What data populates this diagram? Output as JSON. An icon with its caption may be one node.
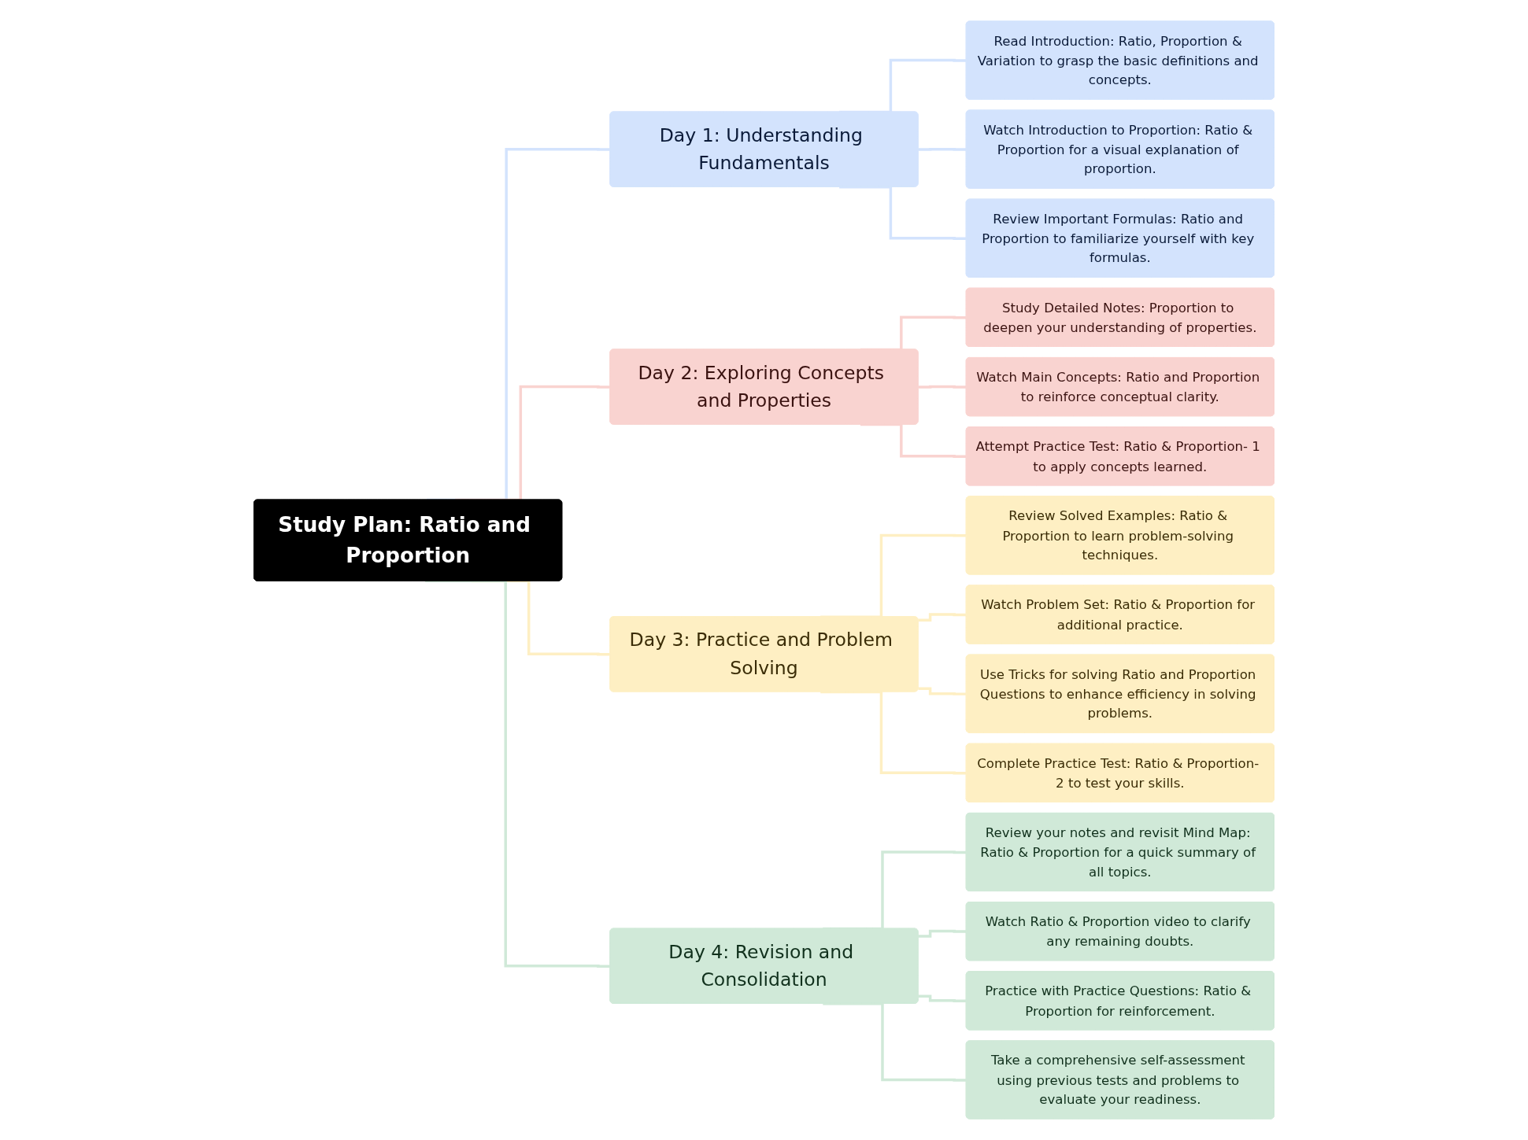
{
  "diagram": {
    "nodes": [
      {
        "text": [
          "Study Plan: Ratio and Proportion"
        ]
      },
      {
        "text": [
          "Day 1: Understanding Fundamentals"
        ]
      },
      {
        "text": [
          "Read Introduction: Ratio, Proportion & Variation to grasp the basic definitions and concepts."
        ]
      },
      {
        "text": [
          "Watch Introduction to Proportion: Ratio & Proportion for a visual explanation of proportion."
        ]
      },
      {
        "text": [
          "Review Important Formulas: Ratio and Proportion to familiarize yourself with key formulas."
        ]
      },
      {
        "text": [
          "Day 2: Exploring Concepts and Properties"
        ]
      },
      {
        "text": [
          "Study Detailed Notes: Proportion to deepen your understanding of properties."
        ]
      },
      {
        "text": [
          "Watch Main Concepts: Ratio and Proportion to reinforce conceptual clarity."
        ]
      },
      {
        "text": [
          "Attempt Practice Test: Ratio & Proportion- 1 to apply concepts learned."
        ]
      },
      {
        "text": [
          "Day 3: Practice and Problem Solving"
        ]
      },
      {
        "text": [
          "Review Solved Examples: Ratio & Proportion to learn problem-solving techniques."
        ]
      },
      {
        "text": [
          "Watch Problem Set: Ratio & Proportion for additional practice."
        ]
      },
      {
        "text": [
          "Use Tricks for solving Ratio and Proportion Questions to enhance efficiency in solving problems."
        ]
      },
      {
        "text": [
          "Complete Practice Test: Ratio & Proportion- 2 to test your skills."
        ]
      },
      {
        "text": [
          "Day 4: Revision and Consolidation"
        ]
      },
      {
        "text": [
          "Review your notes and revisit Mind Map: Ratio & Proportion for a quick summary of all topics."
        ]
      },
      {
        "text": [
          "Watch Ratio & Proportion video to clarify any remaining doubts."
        ]
      },
      {
        "text": [
          "Practice with Practice Questions: Ratio & Proportion for reinforcement."
        ]
      },
      {
        "text": [
          "Take a comprehensive self-assessment using previous tests and problems to evaluate your readiness."
        ]
      }
    ],
    "edges": [
      {
        "from": 0,
        "to": 1,
        "arrow": "none",
        "color": "#d3e3fd"
      },
      {
        "from": 1,
        "to": 2,
        "arrow": "none",
        "color": "#d3e3fd"
      },
      {
        "from": 1,
        "to": 3,
        "arrow": "none",
        "color": "#d3e3fd"
      },
      {
        "from": 1,
        "to": 4,
        "arrow": "none",
        "color": "#d3e3fd"
      },
      {
        "from": 0,
        "to": 5,
        "arrow": "none",
        "color": "#f9d3d0"
      },
      {
        "from": 5,
        "to": 6,
        "arrow": "none",
        "color": "#f9d3d0"
      },
      {
        "from": 5,
        "to": 7,
        "arrow": "none",
        "color": "#f9d3d0"
      },
      {
        "from": 5,
        "to": 8,
        "arrow": "none",
        "color": "#f9d3d0"
      },
      {
        "from": 0,
        "to": 9,
        "arrow": "none",
        "color": "#feefc3"
      },
      {
        "from": 9,
        "to": 10,
        "arrow": "none",
        "color": "#feefc3"
      },
      {
        "from": 9,
        "to": 11,
        "arrow": "none",
        "color": "#feefc3"
      },
      {
        "from": 9,
        "to": 12,
        "arrow": "none",
        "color": "#feefc3"
      },
      {
        "from": 9,
        "to": 13,
        "arrow": "none",
        "color": "#feefc3"
      },
      {
        "from": 0,
        "to": 14,
        "arrow": "none",
        "color": "#d0e9d8"
      },
      {
        "from": 14,
        "to": 15,
        "arrow": "none",
        "color": "#d0e9d8"
      },
      {
        "from": 14,
        "to": 16,
        "arrow": "none",
        "color": "#d0e9d8"
      },
      {
        "from": 14,
        "to": 17,
        "arrow": "none",
        "color": "#d0e9d8"
      },
      {
        "from": 14,
        "to": 18,
        "arrow": "none",
        "color": "#d0e9d8"
      }
    ]
  }
}
